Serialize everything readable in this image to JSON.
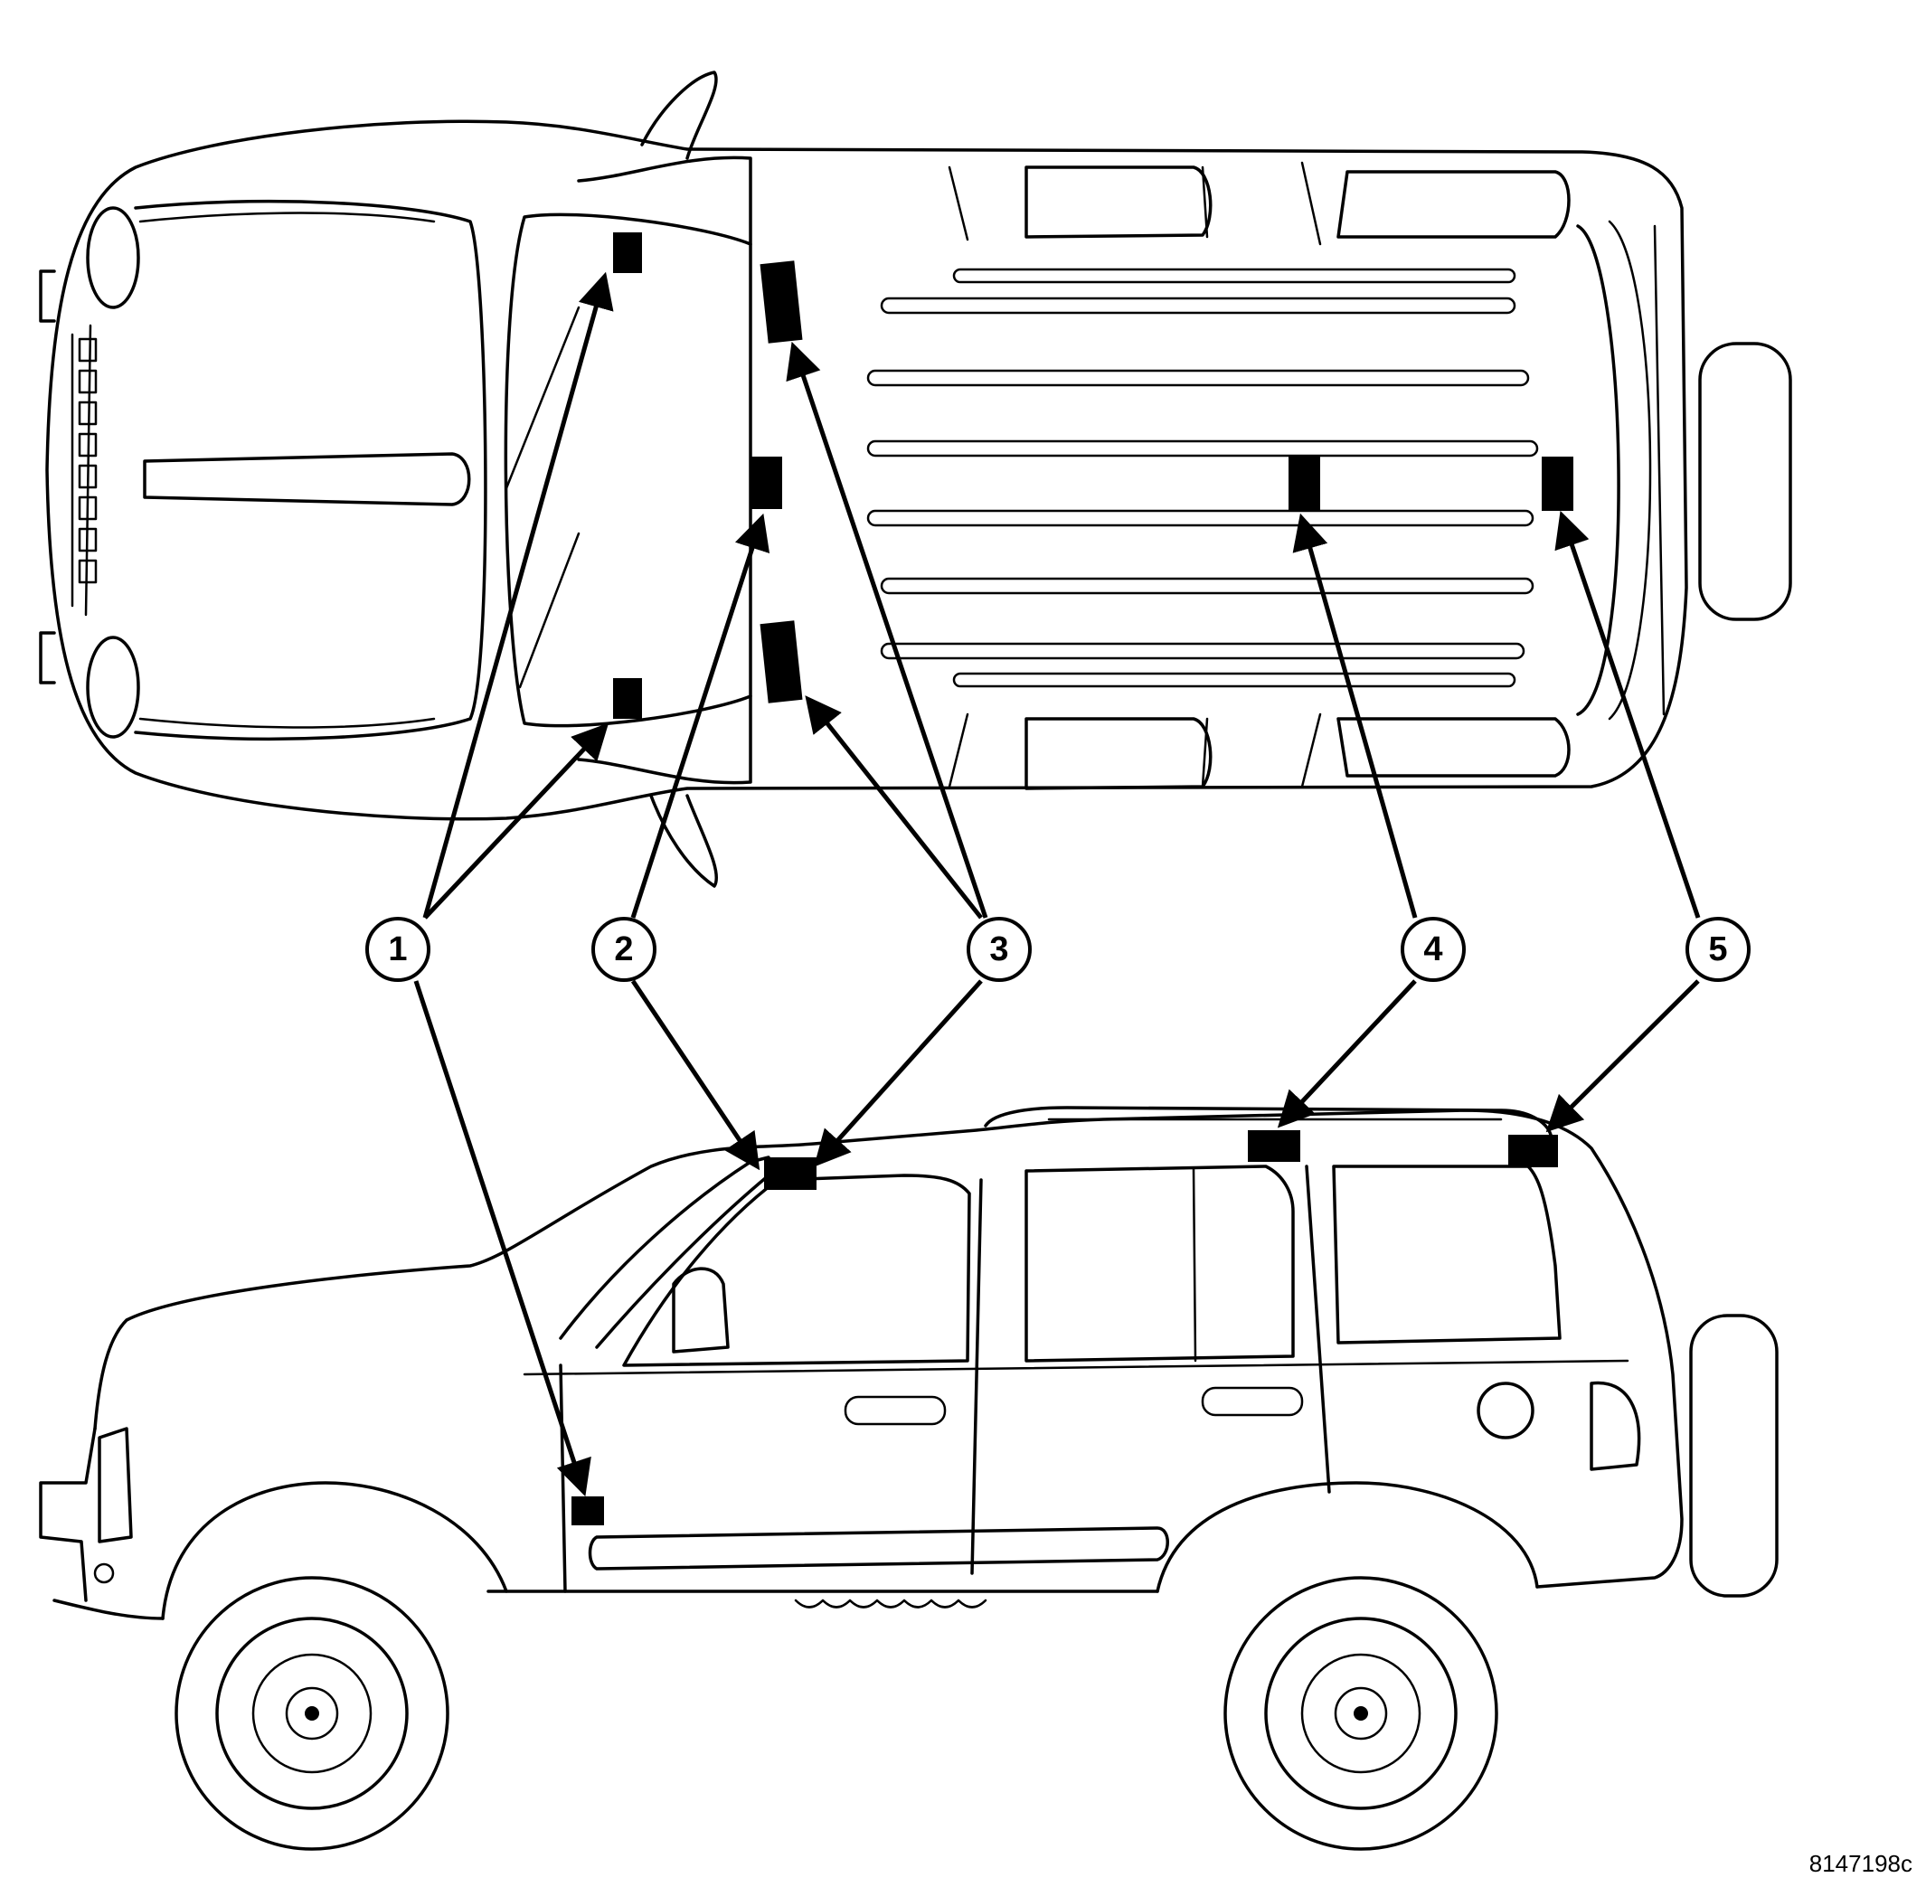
{
  "callouts": [
    {
      "label": "1"
    },
    {
      "label": "2"
    },
    {
      "label": "3"
    },
    {
      "label": "4"
    },
    {
      "label": "5"
    }
  ],
  "figure_id": "8147198c",
  "colors": {
    "line": "#000000",
    "background": "#ffffff",
    "marker": "#000000"
  }
}
